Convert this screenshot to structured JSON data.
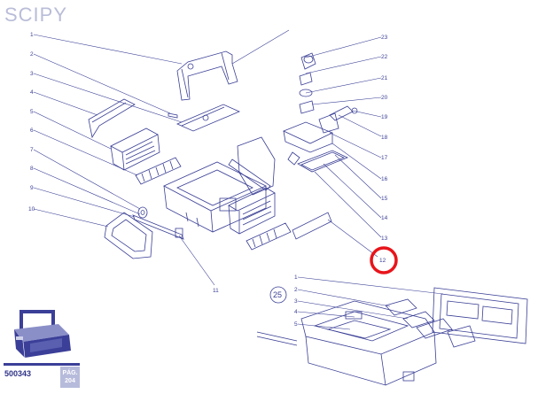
{
  "header": {
    "title": "SCIPY"
  },
  "footer": {
    "code": "500343",
    "page_label": "PÁG.",
    "page_number": "204"
  },
  "colors": {
    "line": "#3a3f95",
    "highlight": "#e8141b",
    "title": "#b9bdd8",
    "footer_bar": "#3b3f98",
    "page_badge": "#b7bbdb"
  },
  "callouts": {
    "left": [
      "1",
      "2",
      "3",
      "4",
      "5",
      "6",
      "7",
      "8",
      "9",
      "10"
    ],
    "bottom": "11",
    "right": [
      "23",
      "22",
      "21",
      "20",
      "19",
      "18",
      "17",
      "16",
      "15",
      "14",
      "13"
    ],
    "highlighted": "12"
  },
  "subassembly": {
    "label": "25",
    "callouts": [
      "1",
      "2",
      "3",
      "4",
      "5"
    ]
  }
}
